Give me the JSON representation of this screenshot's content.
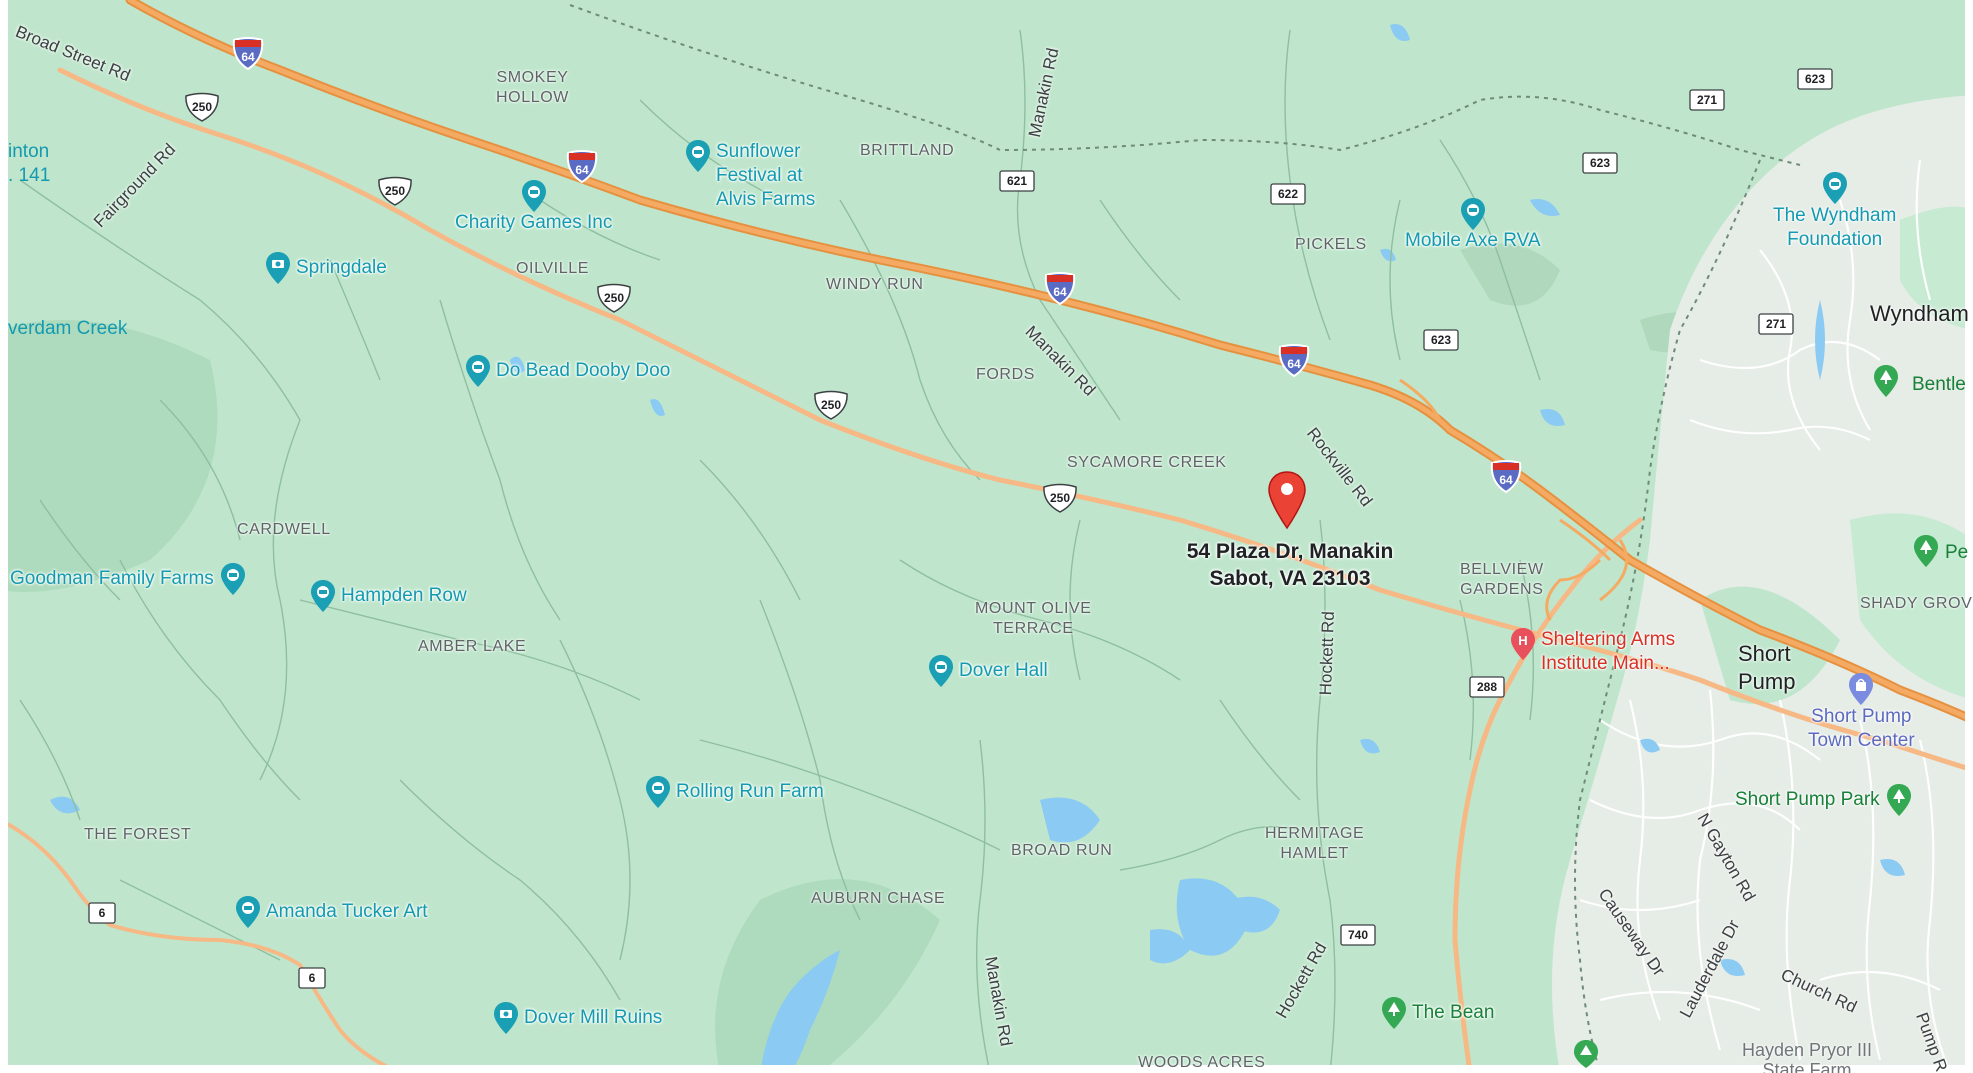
{
  "map": {
    "colors": {
      "land": "#bfe6cc",
      "water": "#8bcaf2",
      "highway": "#f3a55c",
      "arterial": "#f6b885",
      "minor": "#8fbea0",
      "urban": "#e6ece6"
    },
    "pin": {
      "address_line1": "54 Plaza Dr, Manakin",
      "address_line2": "Sabot, VA 23103",
      "icon": "red-map-pin"
    },
    "partial_labels": {
      "left_a": "inton",
      "left_b": ". 141",
      "left_c": "verdam Creek",
      "right_wyndham": "Wyndham",
      "right_bentley": "Bentle",
      "right_p": "Pe",
      "right_shady": "SHADY GROV",
      "right_pump": "Pump R"
    },
    "pois": [
      {
        "name": "Sunflower\nFestival at\nAlvis Farms",
        "type": "teal",
        "icon": "ticket-icon"
      },
      {
        "name": "Charity Games Inc",
        "type": "teal",
        "icon": "ticket-icon"
      },
      {
        "name": "Springdale",
        "type": "teal",
        "icon": "camera-icon"
      },
      {
        "name": "Do Bead Dooby Doo",
        "type": "teal",
        "icon": "ticket-icon"
      },
      {
        "name": "Goodman Family Farms",
        "type": "teal",
        "icon": "ticket-icon"
      },
      {
        "name": "Hampden Row",
        "type": "teal",
        "icon": "ticket-icon"
      },
      {
        "name": "Dover Hall",
        "type": "teal",
        "icon": "ticket-icon"
      },
      {
        "name": "Rolling Run Farm",
        "type": "teal",
        "icon": "ticket-icon"
      },
      {
        "name": "Amanda Tucker Art",
        "type": "teal",
        "icon": "ticket-icon"
      },
      {
        "name": "Dover Mill Ruins",
        "type": "teal",
        "icon": "camera-icon"
      },
      {
        "name": "Mobile Axe RVA",
        "type": "teal",
        "icon": "ticket-icon"
      },
      {
        "name": "The Wyndham\nFoundation",
        "type": "teal",
        "icon": "ticket-icon"
      },
      {
        "name": "Sheltering Arms\nInstitute Main...",
        "type": "red",
        "icon": "hospital-icon"
      },
      {
        "name": "Short Pump\nTown Center",
        "type": "purple",
        "icon": "shopping-bag-icon"
      },
      {
        "name": "Short Pump Park",
        "type": "green",
        "icon": "tree-icon"
      },
      {
        "name": "The Bean",
        "type": "green",
        "icon": "tree-icon"
      },
      {
        "name": "Hayden Pryor III\nState Farm",
        "type": "gray",
        "icon": "none"
      }
    ],
    "areas": [
      "SMOKEY\nHOLLOW",
      "BRITTLAND",
      "OILVILLE",
      "WINDY RUN",
      "PICKELS",
      "FORDS",
      "SYCAMORE CREEK",
      "CARDWELL",
      "BELLVIEW\nGARDENS",
      "MOUNT OLIVE\nTERRACE",
      "AMBER LAKE",
      "THE FOREST",
      "BROAD RUN",
      "HERMITAGE\nHAMLET",
      "AUBURN CHASE",
      "WOODS ACRES"
    ],
    "towns": [
      "Short\nPump"
    ],
    "roads": [
      "Broad Street Rd",
      "Fairground Rd",
      "Manakin Rd",
      "Manakin Rd",
      "Rockville Rd",
      "Hockett Rd",
      "Hockett Rd",
      "Manakin Rd",
      "Causeway Dr",
      "N Gayton Rd",
      "Lauderdale Dr",
      "Church Rd"
    ],
    "interstate_shields": [
      "64",
      "64",
      "64",
      "64",
      "64"
    ],
    "us_shields": [
      "250",
      "250",
      "250",
      "250",
      "250"
    ],
    "state_shields": [
      "621",
      "622",
      "623",
      "623",
      "623",
      "271",
      "271",
      "288",
      "740",
      "6",
      "6"
    ]
  }
}
